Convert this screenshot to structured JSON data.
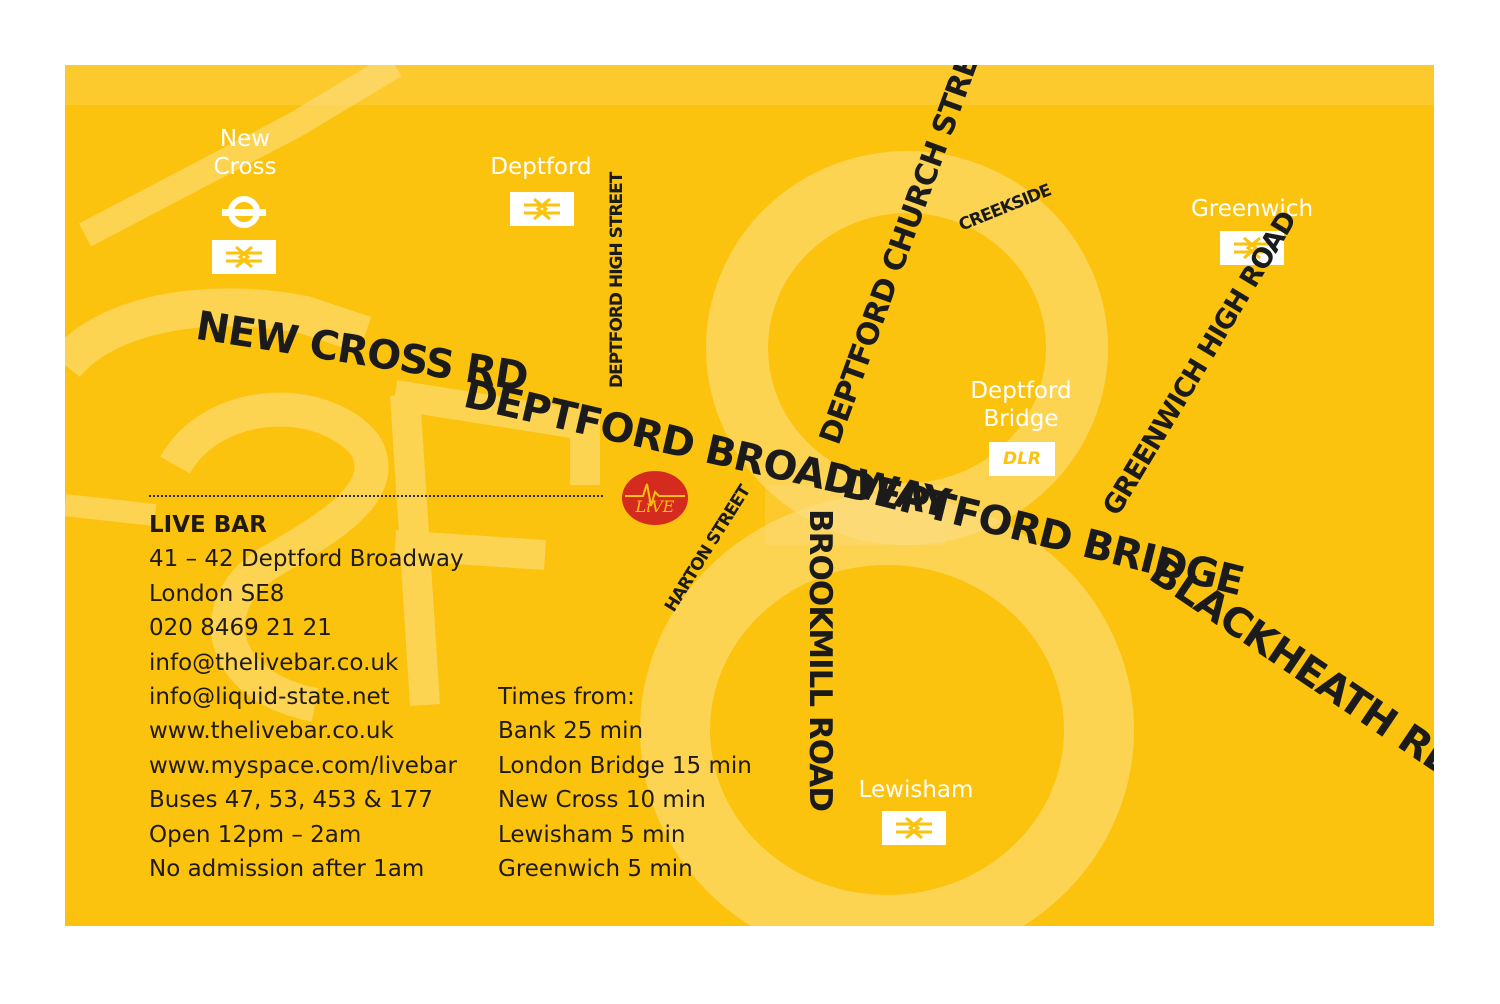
{
  "colors": {
    "background": "#fcc30e",
    "text": "#1b1b1b",
    "station": "#ffffff",
    "logo": "#d52b1e"
  },
  "stations": {
    "new_cross": "New\nCross",
    "deptford": "Deptford",
    "greenwich": "Greenwich",
    "deptford_bridge": "Deptford\nBridge",
    "dlr_label": "DLR",
    "lewisham": "Lewisham"
  },
  "icons": [
    "underground-roundel-icon",
    "national-rail-icon",
    "dlr-icon",
    "live-logo-icon"
  ],
  "roads": {
    "new_cross_rd": "NEW CROSS RD",
    "deptford_broadway": "DEPTFORD BROADWAY",
    "deptford_bridge": "DEPTFORD BRIDGE",
    "blackheath_rd": "BLACKHEATH RD",
    "deptford_high_street": "DEPTFORD HIGH STREET",
    "deptford_church_street": "DEPTFORD CHURCH STREET",
    "creekside": "CREEKSIDE",
    "greenwich_high_road": "GREENWICH HIGH ROAD",
    "harton_street": "HARTON STREET",
    "brookmill_road": "BROOKMILL ROAD"
  },
  "logo_text": "LiVE",
  "venue": {
    "name": "LIVE BAR",
    "address1": "41 – 42 Deptford Broadway",
    "address2": "London SE8",
    "phone": "020 8469 21 21",
    "email1": "info@thelivebar.co.uk",
    "email2": "info@liquid-state.net",
    "web1": "www.thelivebar.co.uk",
    "web2": "www.myspace.com/livebar",
    "buses": "Buses  47, 53, 453 & 177",
    "hours": "Open 12pm – 2am",
    "admission": "No admission after 1am"
  },
  "times": {
    "heading": "Times from:",
    "items": [
      "Bank 25 min",
      "London Bridge 15 min",
      "New Cross 10 min",
      "Lewisham 5 min",
      "Greenwich 5 min"
    ]
  }
}
